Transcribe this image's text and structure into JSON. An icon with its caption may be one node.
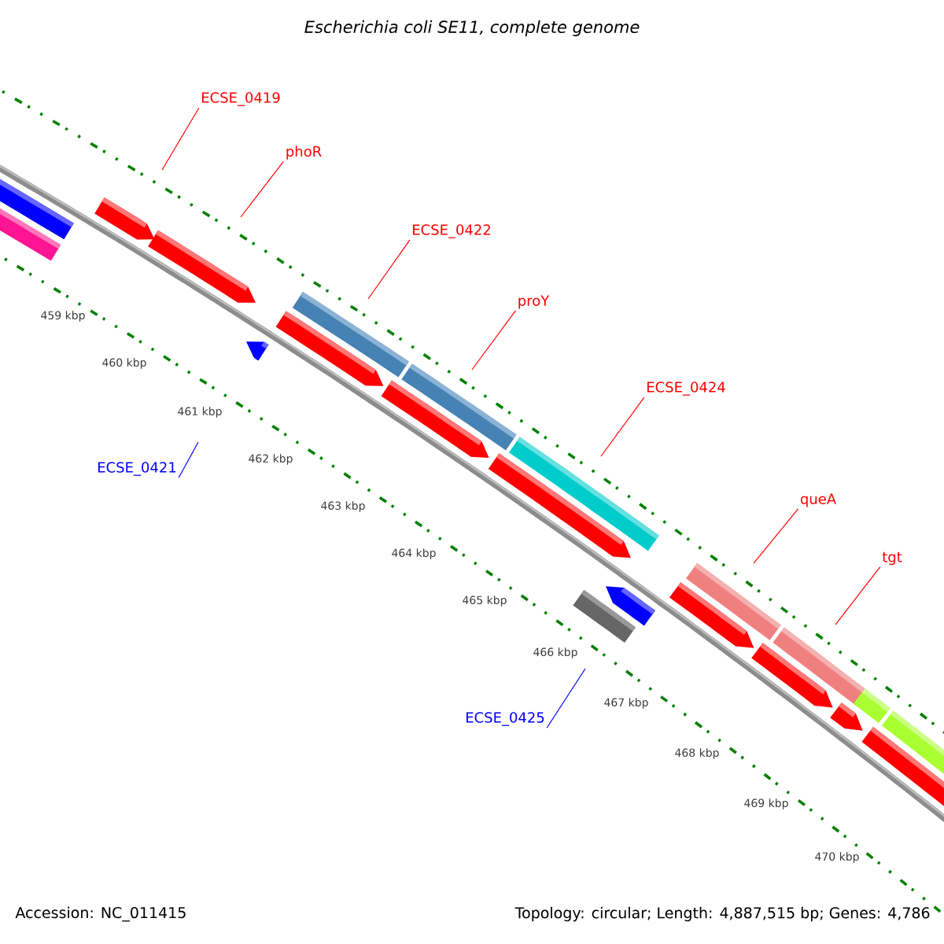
{
  "diagram": {
    "title": "Escherichia coli SE11, complete genome",
    "nodes": [
      {
        "text": [
          "ECSE_0419"
        ]
      },
      {
        "text": [
          "phoR"
        ]
      },
      {
        "text": [
          "ECSE_0422"
        ]
      },
      {
        "text": [
          "proY"
        ]
      },
      {
        "text": [
          "ECSE_0424"
        ]
      },
      {
        "text": [
          "ECSE_0421"
        ]
      },
      {
        "text": [
          "queA"
        ]
      },
      {
        "text": [
          "tgt"
        ]
      },
      {
        "text": [
          "ECSE_0425"
        ]
      }
    ],
    "edges": [
      {
        "from": 0,
        "to": null,
        "arrow": "none"
      },
      {
        "from": 1,
        "to": null,
        "arrow": "none"
      },
      {
        "from": 2,
        "to": null,
        "arrow": "none"
      },
      {
        "from": 3,
        "to": null,
        "arrow": "none"
      },
      {
        "from": 4,
        "to": null,
        "arrow": "none"
      },
      {
        "from": 5,
        "to": null,
        "arrow": "none",
        "color": "#0000ff"
      },
      {
        "from": 6,
        "to": null,
        "arrow": "none"
      },
      {
        "from": 7,
        "to": null,
        "arrow": "none"
      },
      {
        "from": 8,
        "to": null,
        "arrow": "none",
        "color": "#0000ff"
      }
    ],
    "labels": [
      "459 kbp",
      "460 kbp",
      "461 kbp",
      "462 kbp",
      "463 kbp",
      "464 kbp",
      "465 kbp",
      "466 kbp",
      "467 kbp",
      "468 kbp",
      "469 kbp",
      "470 kbp",
      "Accession: NC_011415",
      "Topology: circular; Length: 4,887,515 bp; Genes: 4,786"
    ]
  }
}
